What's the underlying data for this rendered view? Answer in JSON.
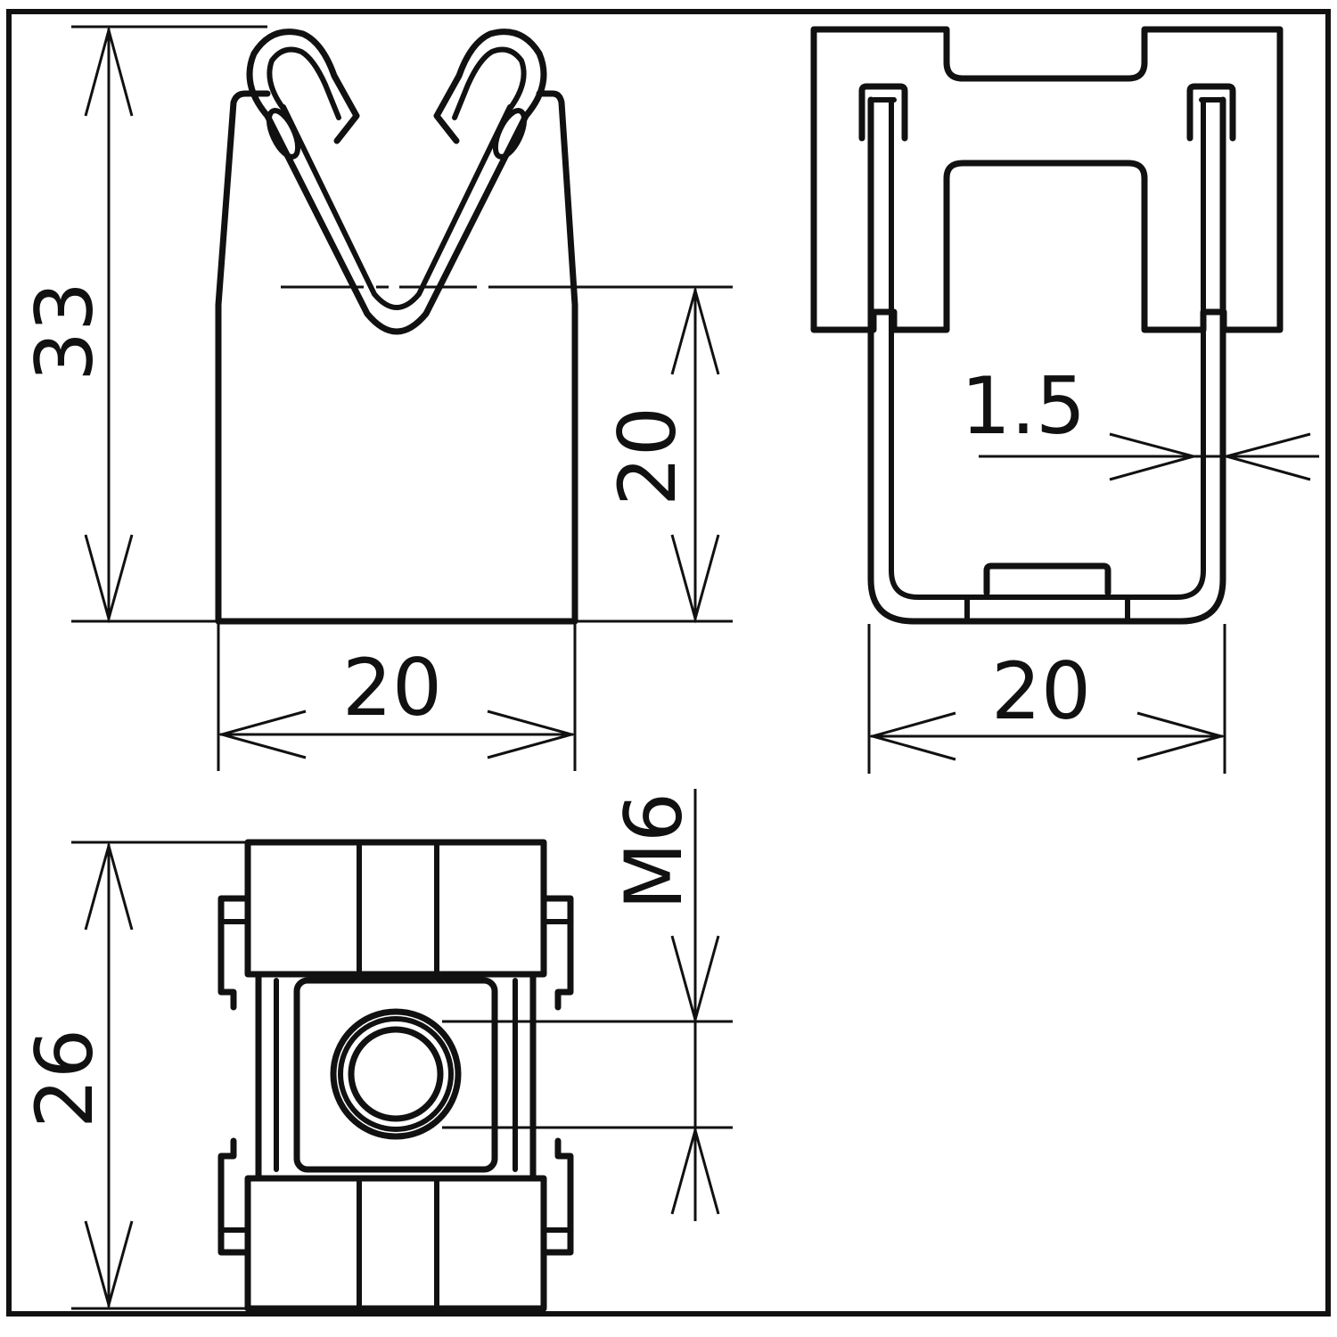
{
  "drawing": {
    "front_view": {
      "height_total": "33",
      "height_lower": "20",
      "width": "20"
    },
    "side_view": {
      "wire_diameter": "1.5",
      "width": "20"
    },
    "top_view": {
      "length": "26",
      "thread": "M6"
    }
  }
}
